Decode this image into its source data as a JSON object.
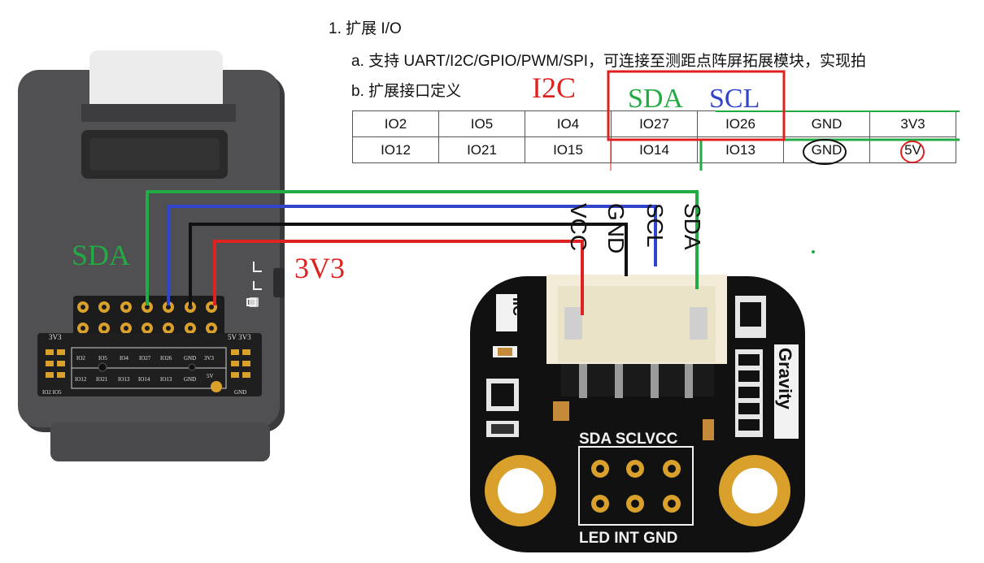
{
  "doc": {
    "heading": "1. 扩展 I/O",
    "bullet_a": "a. 支持 UART/I2C/GPIO/PWM/SPI，可连接至测距点阵屏拓展模块，实现拍",
    "bullet_b": "b. 扩展接口定义"
  },
  "table": {
    "rows": [
      [
        "IO2",
        "IO5",
        "IO4",
        "IO27",
        "IO26",
        "GND",
        "3V3"
      ],
      [
        "IO12",
        "IO21",
        "IO15",
        "IO14",
        "IO13",
        "GND",
        "5V"
      ]
    ]
  },
  "annotations": {
    "i2c": "I2C",
    "sda_top": "SDA",
    "scl_top": "SCL",
    "sda_left": "SDA",
    "v3v3": "3V3"
  },
  "wire_labels": {
    "vcc": "VCC",
    "gnd": "GND",
    "scl": "SCL",
    "sda": "SDA"
  },
  "device_silk": {
    "top_left": "3V3",
    "top_right": "5V  3V3",
    "row1": [
      "IO2",
      "IO5",
      "IO4",
      "IO27",
      "IO26",
      "GND",
      "3V3"
    ],
    "row2": [
      "IO12",
      "IO21",
      "IO13",
      "IO14",
      "IO13",
      "GND",
      "5V"
    ],
    "bottom_left": "IO2  IO5",
    "bottom_right": "GND"
  },
  "module": {
    "iic": "IIC",
    "gravity": "Gravity",
    "top_pins": "SDA SCLVCC",
    "bottom_pins": "LED INT GND"
  },
  "colors": {
    "sda": "#22aa44",
    "scl": "#3344cc",
    "gnd": "#111111",
    "vcc": "#dd2222",
    "highlight_box": "#e02020",
    "device_body": "#4a4a4c",
    "module_body": "#111111",
    "gold": "#d9a12b"
  }
}
